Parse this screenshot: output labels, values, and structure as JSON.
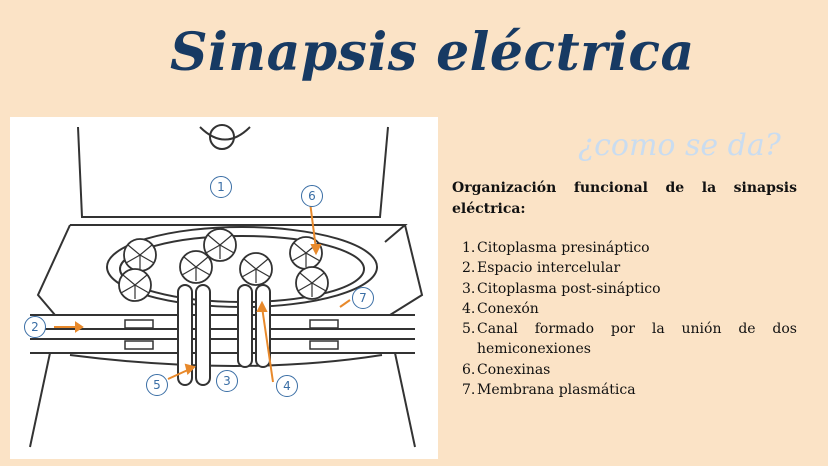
{
  "title": "Sinapsis eléctrica",
  "subtitle": "¿como se da?",
  "heading_line1": "Organización funcional de la sinapsis",
  "heading_line2": "eléctrica:",
  "items": [
    {
      "num": "1.",
      "text": "Citoplasma presináptico"
    },
    {
      "num": "2.",
      "text": "Espacio intercelular"
    },
    {
      "num": "3.",
      "text": "Citoplasma post-sináptico"
    },
    {
      "num": "4.",
      "text": "Conexón"
    },
    {
      "num": "5.",
      "text_line1": "Canal formado por la unión de dos",
      "text_line2": "hemiconexiones"
    },
    {
      "num": "6.",
      "text": "Conexinas"
    },
    {
      "num": "7.",
      "text": "Membrana plasmática"
    }
  ],
  "figure_labels": [
    "1",
    "2",
    "3",
    "4",
    "5",
    "6",
    "7"
  ],
  "colors": {
    "background": "#fbe3c6",
    "title": "#173a63",
    "subtitle": "#c9dcf0",
    "marker": "#3a6ea5",
    "arrow": "#e8892b"
  }
}
